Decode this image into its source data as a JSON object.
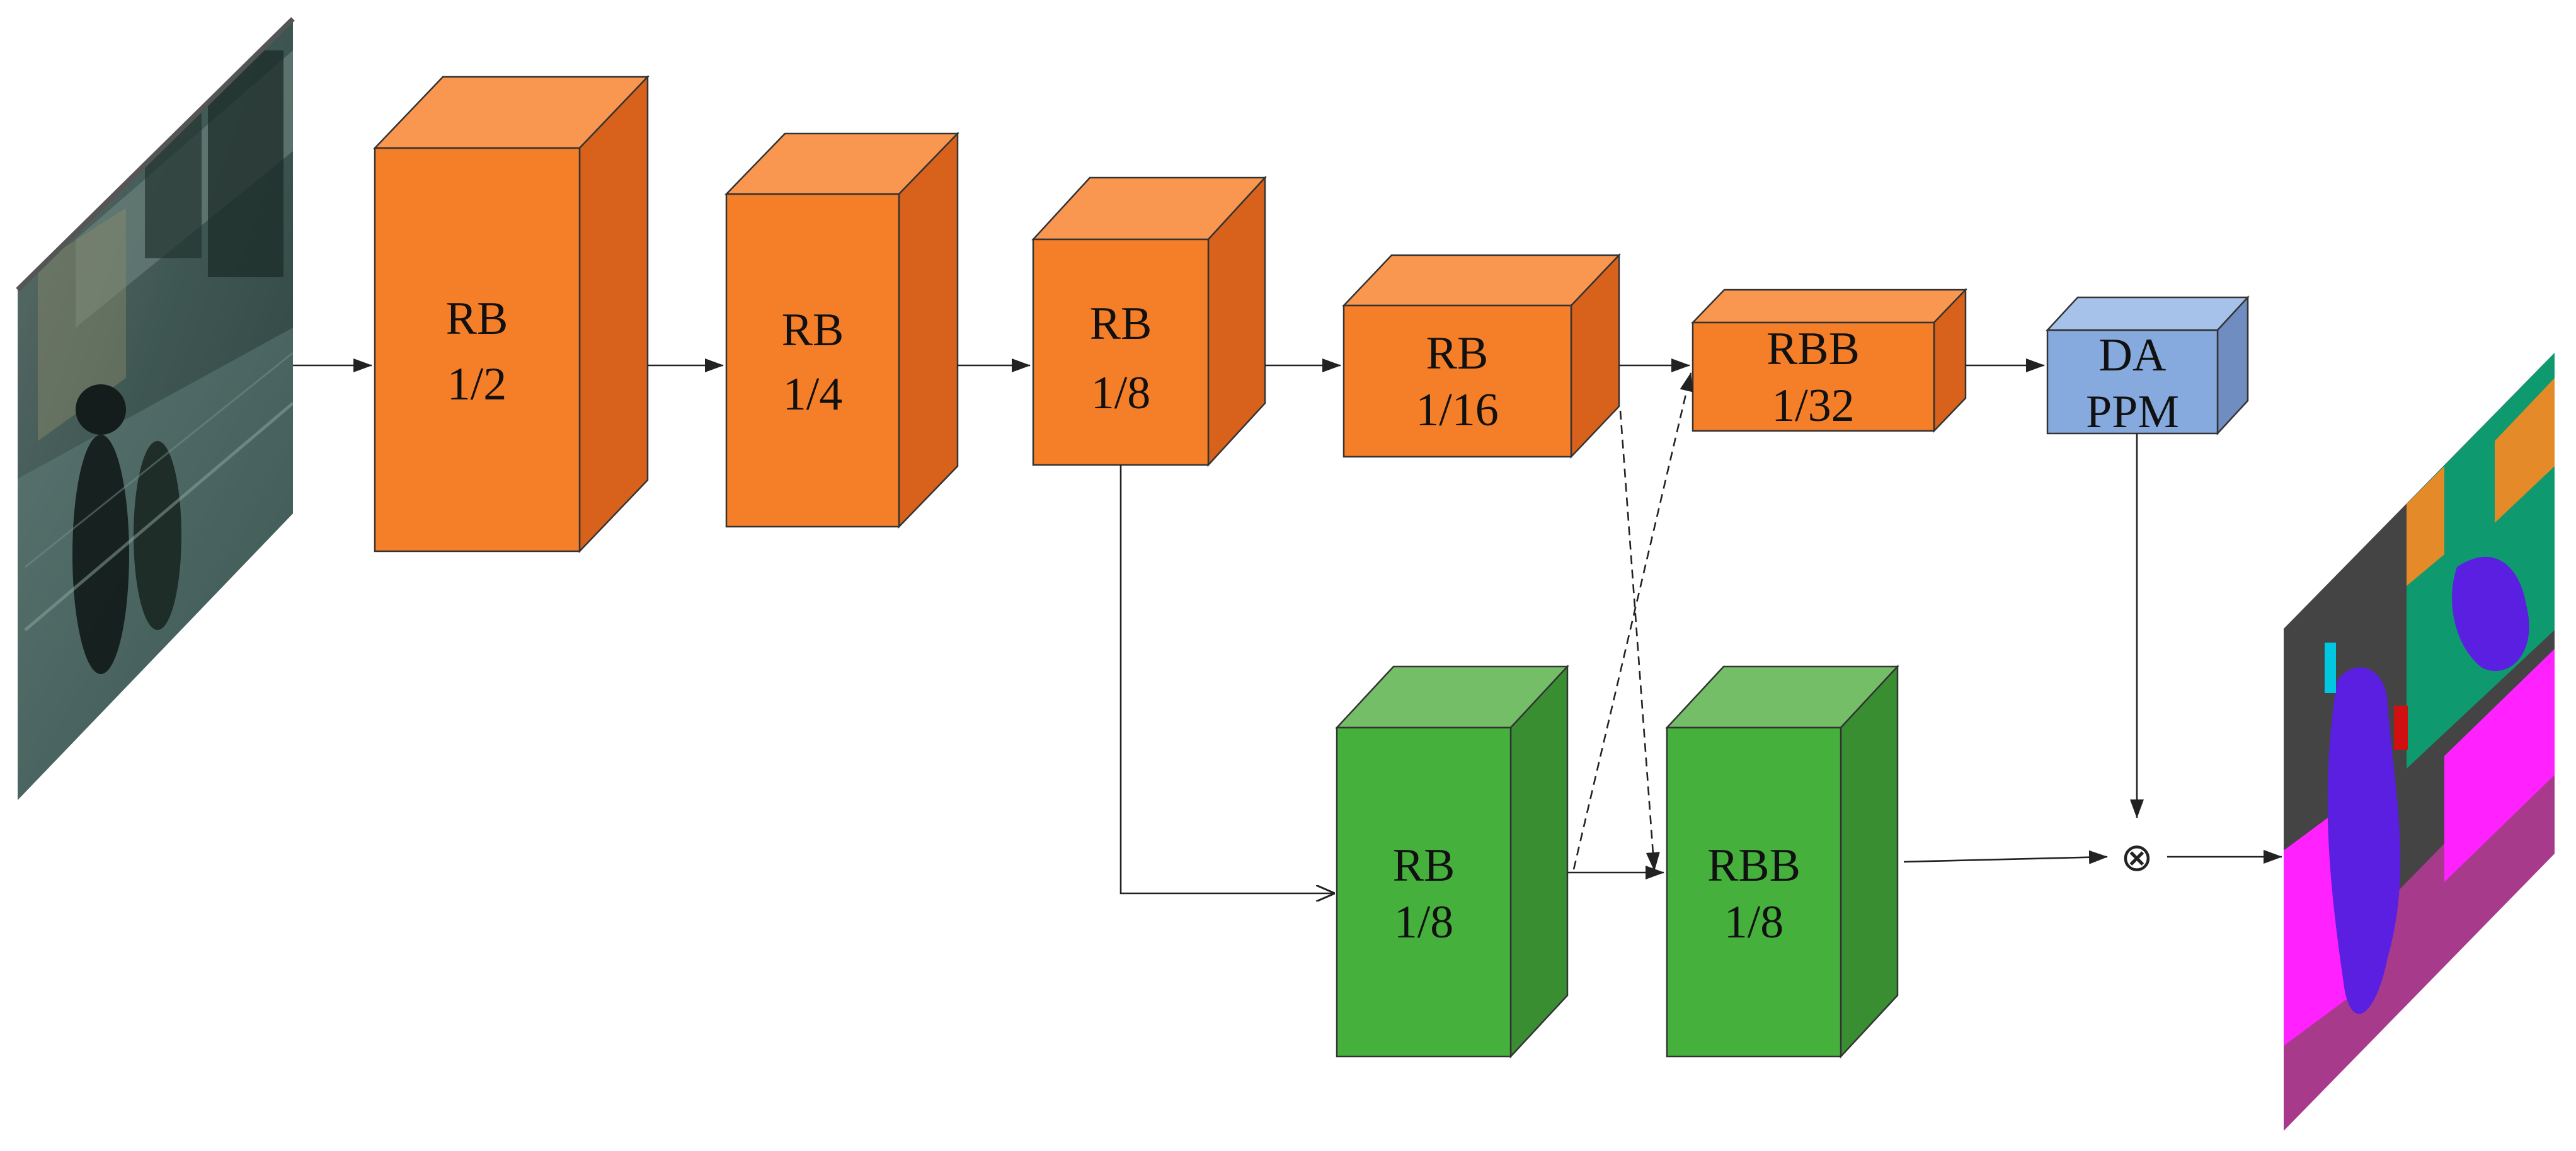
{
  "blocks": [
    {
      "id": "rb-1-2",
      "line1": "RB",
      "line2": "1/2",
      "color": "orange"
    },
    {
      "id": "rb-1-4",
      "line1": "RB",
      "line2": "1/4",
      "color": "orange"
    },
    {
      "id": "rb-1-8",
      "line1": "RB",
      "line2": "1/8",
      "color": "orange"
    },
    {
      "id": "rb-1-16",
      "line1": "RB",
      "line2": "1/16",
      "color": "orange"
    },
    {
      "id": "rbb-1-32",
      "line1": "RBB",
      "line2": "1/32",
      "color": "orange"
    },
    {
      "id": "da-ppm",
      "line1": "DA",
      "line2": "PPM",
      "color": "blue"
    },
    {
      "id": "rb-1-8-green",
      "line1": "RB",
      "line2": "1/8",
      "color": "green"
    },
    {
      "id": "rbb-1-8-green",
      "line1": "RBB",
      "line2": "1/8",
      "color": "green"
    }
  ],
  "operator_symbol": "⊗",
  "colors": {
    "orange_front": "#F57E28",
    "orange_top": "#F9964F",
    "orange_side": "#D8621B",
    "green_front": "#46B03D",
    "green_top": "#74BE67",
    "green_side": "#3A8E32",
    "blue_front": "#86A9DE",
    "blue_top": "#A7C2EA",
    "blue_side": "#6F8DC0",
    "line": "#222222"
  }
}
